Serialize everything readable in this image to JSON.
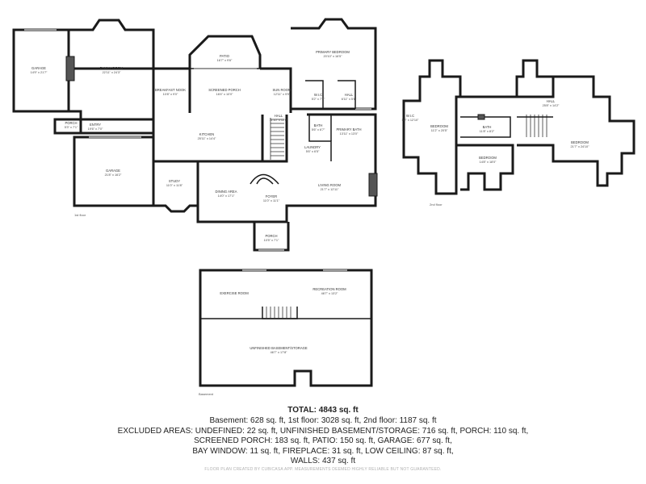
{
  "floor_labels": {
    "first": "1st floor",
    "second": "2nd floor",
    "basement": "Basement"
  },
  "rooms": {
    "garage_left": {
      "name": "GARAGE",
      "dim": "14'9\" x 21'7\""
    },
    "family_room": {
      "name": "FAMILY ROOM",
      "dim": "22'11\" x 24'3\""
    },
    "patio": {
      "name": "PATIO",
      "dim": "16'7\" x 9'6\""
    },
    "primary_bedroom": {
      "name": "PRIMARY BEDROOM",
      "dim": "20'10\" x 16'5\""
    },
    "breakfast_nook": {
      "name": "BREAKFAST NOOK",
      "dim": "10'8\" x 9'0\""
    },
    "screened_porch": {
      "name": "SCREENED PORCH",
      "dim": "18'4\" x 10'0\""
    },
    "sun_room": {
      "name": "SUN ROOM",
      "dim": "12'11\" x 9'9\""
    },
    "wic_1": {
      "name": "W.I.C",
      "dim": "5'2\" x 7'4\""
    },
    "hall_1": {
      "name": "HALL",
      "dim": "6'11\" x 5'6\""
    },
    "porch_side": {
      "name": "PORCH",
      "dim": "5'3\" x 7'1\""
    },
    "entry": {
      "name": "ENTRY",
      "dim": "19'6\" x 7'0\""
    },
    "hall_2": {
      "name": "HALL",
      "dim": "11'10\" x 12'0\""
    },
    "bath_1": {
      "name": "BATH",
      "dim": "5'6\" x 6'7\""
    },
    "primary_bath": {
      "name": "PRIMARY BATH",
      "dim": "13'11\" x 13'0\""
    },
    "kitchen": {
      "name": "KITCHEN",
      "dim": "25'11\" x 14'4\""
    },
    "laundry": {
      "name": "LAUNDRY",
      "dim": "5'6\" x 6'5\""
    },
    "garage_main": {
      "name": "GARAGE",
      "dim": "21'8\" x 16'2\""
    },
    "study": {
      "name": "STUDY",
      "dim": "11'0\" x 11'8\""
    },
    "dining_area": {
      "name": "DINING AREA",
      "dim": "14'0\" x 17'1\""
    },
    "living_room": {
      "name": "LIVING ROOM",
      "dim": "21'7\" x 12'11\""
    },
    "foyer": {
      "name": "FOYER",
      "dim": "11'0\" x 11'1\""
    },
    "porch_front": {
      "name": "PORCH",
      "dim": "10'5\" x 7'1\""
    },
    "wic_2": {
      "name": "W.I.C",
      "dim": "5'2\" x 12'10\""
    },
    "bedroom_1": {
      "name": "BEDROOM",
      "dim": "11'2\" x 20'5\""
    },
    "bath_2": {
      "name": "BATH",
      "dim": "11'8\" x 8'2\""
    },
    "hall_3": {
      "name": "HALL",
      "dim": "25'8\" x 14'2\""
    },
    "bedroom_2": {
      "name": "BEDROOM",
      "dim": "14'8\" x 18'0\""
    },
    "bedroom_3": {
      "name": "BEDROOM",
      "dim": "21'7\" x 24'10\""
    },
    "exercise_room": {
      "name": "EXERCISE ROOM",
      "dim": ""
    },
    "recreation_room": {
      "name": "RECREATION ROOM",
      "dim": "46'7\" x 13'2\""
    },
    "unfinished_basement": {
      "name": "UNFINISHED BASEMENT/STORAGE",
      "dim": "46'7\" x 17'8\""
    }
  },
  "summary": {
    "total": "TOTAL: 4843 sq. ft",
    "line1": "Basement: 628 sq. ft, 1st floor: 3028 sq. ft, 2nd floor: 1187 sq. ft",
    "line2": "EXCLUDED AREAS: UNDEFINED: 22 sq. ft, UNFINISHED BASEMENT/STORAGE: 716 sq. ft, PORCH: 110 sq. ft,",
    "line3": "SCREENED PORCH: 183 sq. ft, PATIO: 150 sq. ft, GARAGE: 677 sq. ft,",
    "line4": "BAY WINDOW: 11 sq. ft, FIREPLACE: 31 sq. ft, LOW CEILING: 87 sq. ft,",
    "line5": "WALLS: 437 sq. ft",
    "footer": "FLOOR PLAN CREATED BY CUBICASA APP. MEASUREMENTS DEEMED HIGHLY RELIABLE BUT NOT GUARANTEED."
  }
}
